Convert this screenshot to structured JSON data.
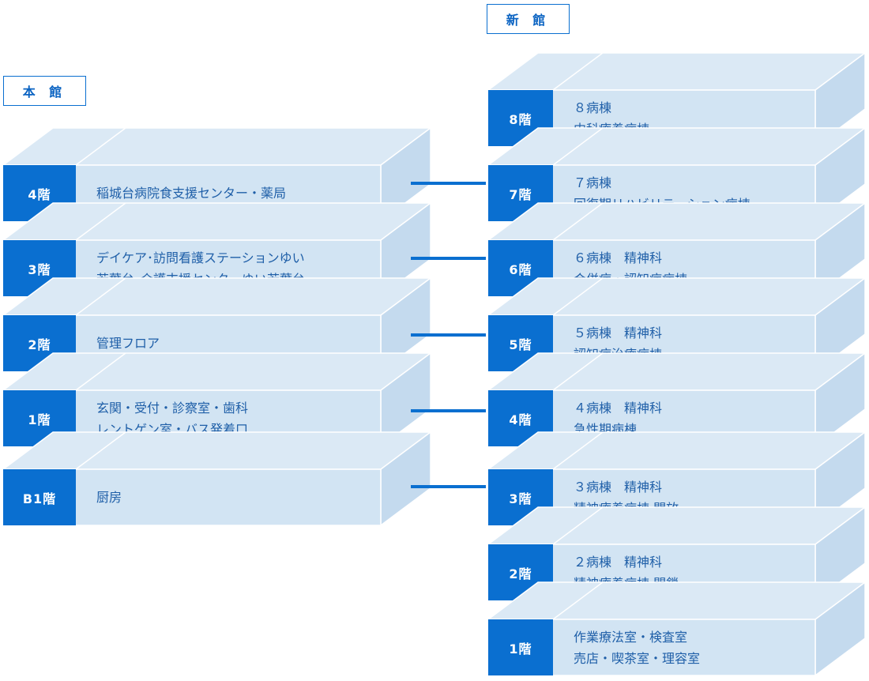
{
  "main_building": {
    "label": "本 館",
    "floors": [
      {
        "num": "4階",
        "lines": [
          "稲城台病院食支援センター・薬局"
        ]
      },
      {
        "num": "3階",
        "lines": [
          "デイケア･訪問看護ステーションゆい",
          "若葉台･介護支援センターゆい若葉台"
        ]
      },
      {
        "num": "2階",
        "lines": [
          "管理フロア"
        ]
      },
      {
        "num": "1階",
        "lines": [
          "玄関・受付・診察室・歯科",
          "レントゲン室・バス発着口"
        ]
      },
      {
        "num": "B1階",
        "lines": [
          "厨房"
        ]
      }
    ]
  },
  "new_building": {
    "label": "新 館",
    "floors": [
      {
        "num": "8階",
        "lines": [
          "８病棟",
          "内科療養病棟"
        ]
      },
      {
        "num": "7階",
        "lines": [
          "７病棟",
          "回復期リハビリテーション病棟"
        ]
      },
      {
        "num": "6階",
        "lines": [
          "６病棟　精神科",
          "合併症・認知症病棟"
        ]
      },
      {
        "num": "5階",
        "lines": [
          "５病棟　精神科",
          "認知症治療病棟"
        ]
      },
      {
        "num": "4階",
        "lines": [
          "４病棟　精神科",
          "急性期病棟"
        ]
      },
      {
        "num": "3階",
        "lines": [
          "３病棟　精神科",
          "精神療養病棟 開放"
        ]
      },
      {
        "num": "2階",
        "lines": [
          "２病棟　精神科",
          "精神療養病棟 閉鎖"
        ]
      },
      {
        "num": "1階",
        "lines": [
          "作業療法室・検査室",
          "売店・喫茶室・理容室"
        ]
      }
    ]
  },
  "colors": {
    "top_face": "#dbe9f5",
    "front_face": "#d2e4f3",
    "side_face": "#c4daee",
    "edge": "#ffffff",
    "accent": "#0a6fd0"
  }
}
